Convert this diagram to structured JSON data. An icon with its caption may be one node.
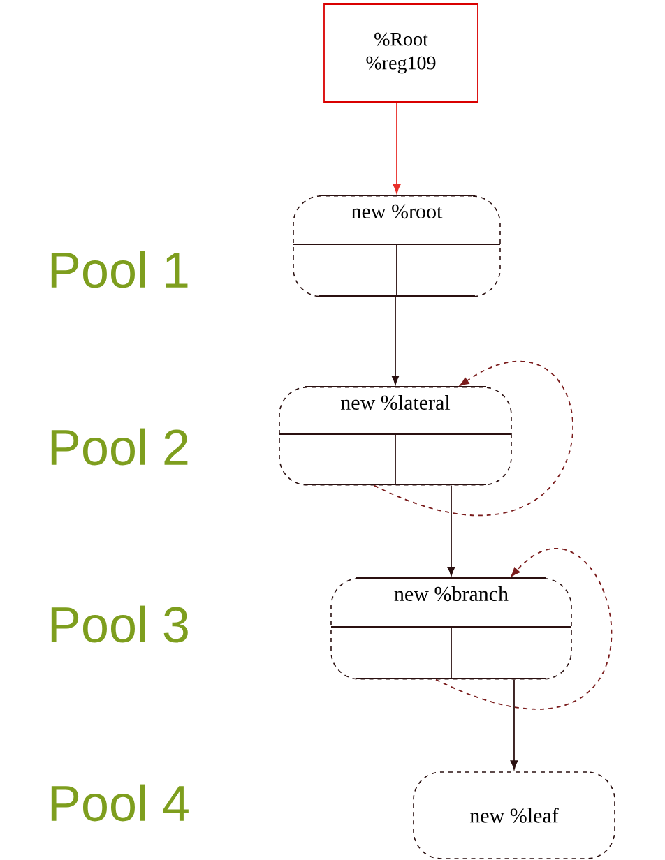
{
  "diagram": {
    "nodes": [
      {
        "text": [
          "%Root %reg109"
        ]
      },
      {
        "text": [
          "new %root"
        ]
      },
      {
        "text": [
          "new %lateral"
        ]
      },
      {
        "text": [
          "new %branch"
        ]
      },
      {
        "text": [
          "new %leaf"
        ]
      }
    ],
    "edges": [
      {
        "from": 0,
        "to": 1,
        "arrow": "to",
        "color": "#e8302a"
      },
      {
        "from": 1,
        "to": 2,
        "arrow": "to"
      },
      {
        "from": 2,
        "to": 2,
        "arrow": "to",
        "style": "dashed",
        "color": "#7a1c1c"
      },
      {
        "from": 2,
        "to": 3,
        "arrow": "to"
      },
      {
        "from": 3,
        "to": 3,
        "arrow": "to",
        "style": "dashed",
        "color": "#7a1c1c"
      },
      {
        "from": 3,
        "to": 4,
        "arrow": "to"
      }
    ],
    "labels": [
      "Pool 1",
      "Pool 2",
      "Pool 3",
      "Pool 4"
    ]
  }
}
